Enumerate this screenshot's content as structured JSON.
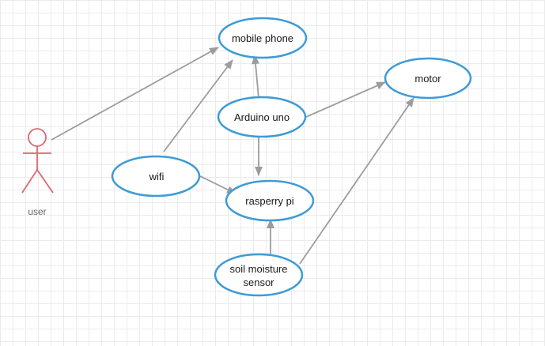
{
  "diagram": {
    "type": "use-case",
    "actor": {
      "label": "user"
    },
    "nodes": {
      "mobile_phone": {
        "label": "mobile phone"
      },
      "motor": {
        "label": "motor"
      },
      "arduino_uno": {
        "label": "Arduino uno"
      },
      "wifi": {
        "label": "wifi"
      },
      "rasperry_pi": {
        "label": "rasperry pi"
      },
      "soil_moisture_sensor": {
        "label_line1": "soil moisture",
        "label_line2": "sensor"
      }
    },
    "edges": [
      {
        "from": "user",
        "to": "mobile phone"
      },
      {
        "from": "wifi",
        "to": "mobile phone"
      },
      {
        "from": "Arduino uno",
        "to": "mobile phone"
      },
      {
        "from": "Arduino uno",
        "to": "motor"
      },
      {
        "from": "Arduino uno",
        "to": "rasperry pi"
      },
      {
        "from": "wifi",
        "to": "rasperry pi"
      },
      {
        "from": "soil moisture sensor",
        "to": "rasperry pi"
      },
      {
        "from": "soil moisture sensor",
        "to": "motor"
      }
    ],
    "colors": {
      "node_stroke": "#3d9bd6",
      "edge": "#9c9c9c",
      "actor": "#e06672",
      "grid": "#ebebeb"
    }
  }
}
